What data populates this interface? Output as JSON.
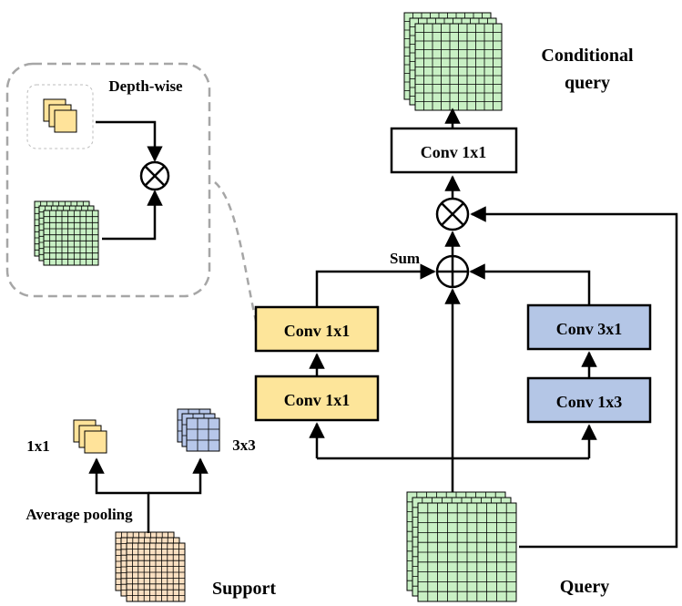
{
  "labels": {
    "depthwise": "Depth-wise",
    "conditional_query_line1": "Conditional",
    "conditional_query_line2": "query",
    "sum": "Sum",
    "pool_1x1": "1x1",
    "pool_3x3": "3x3",
    "average_pooling": "Average pooling",
    "support": "Support",
    "query": "Query"
  },
  "blocks": {
    "conv_out": "Conv 1x1",
    "yellow_top": "Conv 1x1",
    "yellow_bottom": "Conv 1x1",
    "blue_top": "Conv 3x1",
    "blue_bottom": "Conv 1x3"
  },
  "operators": {
    "multiply": "⊗",
    "add": "⊕"
  },
  "colors": {
    "yellow_fill": "#fde59a",
    "blue_fill": "#b4c6e6",
    "green_fill": "#c8f0c4",
    "peach_fill": "#f9dfc1",
    "small_yellow_fill": "#ffe39a",
    "small_blue_fill": "#b7c7ea",
    "stroke": "#000000",
    "dashed_gray": "#a6a6a6"
  }
}
